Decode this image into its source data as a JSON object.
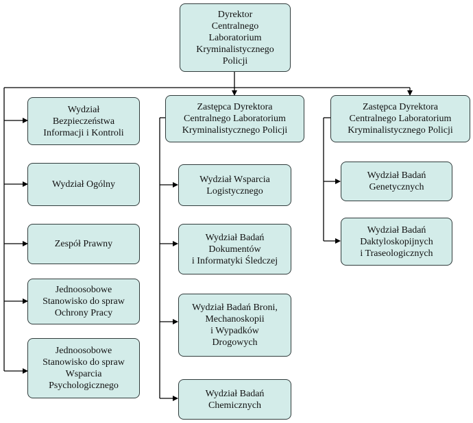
{
  "chart_data": {
    "type": "org-chart",
    "root": {
      "label": "Dyrektor\nCentralnego\nLaboratorium\nKryminalistycznego\nPolicji"
    },
    "columns": [
      {
        "head": null,
        "units": [
          "Wydział\nBezpieczeństwa\nInformacji i Kontroli",
          "Wydział Ogólny",
          "Zespół Prawny",
          "Jednoosobowe\nStanowisko do spraw\nOchrony Pracy",
          "Jednoosobowe\nStanowisko do spraw\nWsparcia\nPsychologicznego"
        ]
      },
      {
        "head": "Zastępca Dyrektora\nCentralnego Laboratorium\nKryminalistycznego Policji",
        "units": [
          "Wydział Wsparcia\nLogistycznego",
          "Wydział Badań\nDokumentów\ni Informatyki Śledczej",
          "Wydział Badań Broni,\nMechanoskopii\ni Wypadków\nDrogowych",
          "Wydział Badań\nChemicznych"
        ]
      },
      {
        "head": "Zastępca Dyrektora\nCentralnego Laboratorium\nKryminalistycznego Policji",
        "units": [
          "Wydział Badań\nGenetycznych",
          "Wydział Badań\nDaktyloskopijnych\ni Traseologicznych"
        ]
      }
    ]
  },
  "colors": {
    "box_fill": "#d3ece9",
    "box_border": "#2f3a3a",
    "line": "#000000"
  }
}
